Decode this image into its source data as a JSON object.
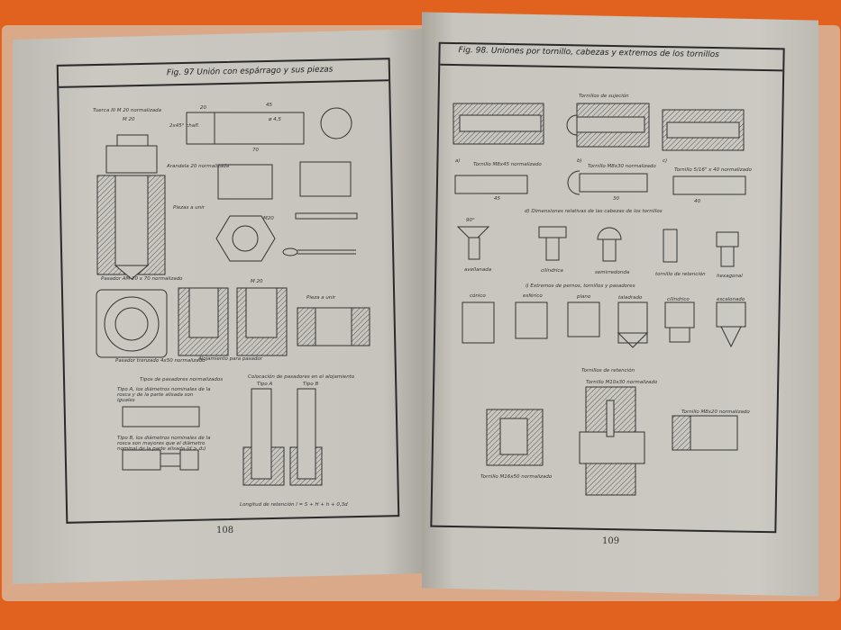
{
  "left_page": {
    "title": "Fig. 97 Unión con espárrago y sus piezas",
    "page_number": "108",
    "labels": [
      "Tuerca III M 20 normalizada",
      "M 20",
      "Arandela 20 normalizada",
      "Piezas a unir",
      "Pasador AM 20 x 70 normalizado",
      "M20",
      "Pasador trenzado 4x50 normalizado",
      "Alojamiento para pasador",
      "Pieza a unir",
      "Tipos de pasadores normalizados",
      "Tipo A, los diámetros nominales de la rosca y de la parte alisada son iguales",
      "Tipo B, los diámetros nominales de la rosca son mayores que el diámetro nominal de la parte alisada (d > d₁)",
      "Colocación de pasadores en el alojamiento",
      "Tipo A",
      "Tipo B",
      "Longitud de retención  l = S + H + h + 0,3d",
      "2x45° chafl.",
      "20",
      "45",
      "70",
      "ø 4,5",
      "M 20"
    ]
  },
  "right_page": {
    "title": "Fig. 98. Uniones por tornillo, cabezas y extremos de los tornillos",
    "page_number": "109",
    "labels": [
      "Tornillos de sujeción",
      "a)",
      "b)",
      "c)",
      "Tornillo M8x45 normalizado",
      "Tornillo M8x30 normalizado",
      "Tornillo 5/16\" x 40 normalizado",
      "45",
      "30",
      "40",
      "d) Dimensiones relativas de las cabezas de los tornillos",
      "avellanada",
      "cilíndrica",
      "semirredonda",
      "tornillo de retención",
      "hexagonal",
      "90°",
      "i) Extremos de pernos, tornillos y pasadores",
      "cónico",
      "esférico",
      "plano",
      "taladrado",
      "cilíndrico",
      "escalonado",
      "Tornillos de retención",
      "Tornillo M10x30 normalizado",
      "Tornillo M16x50 normalizado",
      "Tornillo M8x20 normalizado"
    ]
  },
  "colors": {
    "background": "#e0621e",
    "paper": "#c8c6bf",
    "ink": "#2a2a2a"
  }
}
